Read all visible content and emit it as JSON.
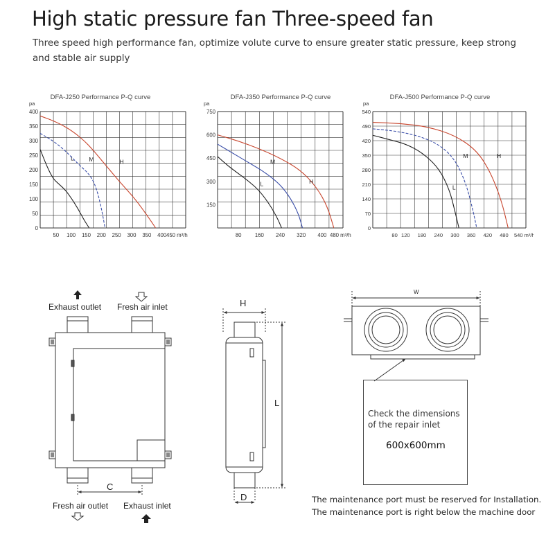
{
  "header": {
    "title": "High static pressure fan Three-speed fan",
    "subtitle": "Three speed high performance fan, optimize volute curve to ensure greater static pressure, keep strong and stable air supply"
  },
  "colors": {
    "grid": "#333333",
    "curve_L": "#222222",
    "curve_M": "#3a4ea8",
    "curve_H": "#c8462e"
  },
  "chart_data": [
    {
      "type": "line",
      "title": "DFA-J250 Performance P-Q curve",
      "ylabel": "pa",
      "xlabel": "m³/h",
      "y_ticks": [
        "400",
        "350",
        "300",
        "250",
        "200",
        "150",
        "100",
        "50",
        "0"
      ],
      "x_ticks": [
        "50",
        "100",
        "150",
        "200",
        "250",
        "300",
        "350",
        "400",
        "450 m³/h"
      ],
      "xlim": [
        0,
        460
      ],
      "ylim": [
        0,
        400
      ],
      "series": [
        {
          "name": "L",
          "style": "solid",
          "x": [
            0,
            20,
            40,
            60,
            80,
            100,
            120,
            140,
            155
          ],
          "y": [
            270,
            215,
            170,
            150,
            130,
            100,
            65,
            25,
            0
          ]
        },
        {
          "name": "M",
          "style": "dashed",
          "x": [
            0,
            40,
            80,
            120,
            160,
            180,
            195,
            205
          ],
          "y": [
            325,
            300,
            265,
            220,
            180,
            130,
            60,
            0
          ]
        },
        {
          "name": "H",
          "style": "solid",
          "x": [
            0,
            50,
            100,
            150,
            200,
            250,
            300,
            340,
            365
          ],
          "y": [
            385,
            365,
            335,
            290,
            225,
            160,
            100,
            40,
            0
          ]
        }
      ]
    },
    {
      "type": "line",
      "title": "DFA-J350 Performance P-Q curve",
      "ylabel": "pa",
      "xlabel": "m³/h",
      "y_ticks": [
        "750",
        "600",
        "450",
        "300",
        "150"
      ],
      "x_ticks": [
        "80",
        "160",
        "240",
        "320",
        "400",
        "480 m³/h"
      ],
      "xlim": [
        0,
        480
      ],
      "ylim": [
        0,
        750
      ],
      "series": [
        {
          "name": "L",
          "style": "solid",
          "x": [
            0,
            40,
            80,
            120,
            160,
            200,
            230,
            245
          ],
          "y": [
            460,
            400,
            350,
            300,
            240,
            150,
            60,
            0
          ]
        },
        {
          "name": "M",
          "style": "solid",
          "x": [
            0,
            60,
            120,
            180,
            240,
            280,
            310,
            325
          ],
          "y": [
            540,
            480,
            420,
            360,
            280,
            190,
            90,
            0
          ]
        },
        {
          "name": "H",
          "style": "solid",
          "x": [
            0,
            80,
            160,
            240,
            320,
            380,
            420,
            445
          ],
          "y": [
            600,
            560,
            510,
            450,
            370,
            260,
            140,
            0
          ]
        }
      ]
    },
    {
      "type": "line",
      "title": "DFA-J500 Performance P-Q curve",
      "ylabel": "pa",
      "xlabel": "m³/h",
      "y_ticks": [
        "540",
        "490",
        "420",
        "350",
        "280",
        "210",
        "140",
        "70",
        "0"
      ],
      "x_ticks": [
        "80",
        "120",
        "180",
        "240",
        "300",
        "360",
        "420",
        "480",
        "540 m³/h"
      ],
      "xlim": [
        0,
        560
      ],
      "ylim": [
        0,
        540
      ],
      "series": [
        {
          "name": "L",
          "style": "solid",
          "x": [
            0,
            60,
            120,
            180,
            240,
            280,
            300,
            315
          ],
          "y": [
            430,
            410,
            390,
            350,
            280,
            180,
            80,
            0
          ]
        },
        {
          "name": "M",
          "style": "dashed",
          "x": [
            0,
            80,
            160,
            240,
            300,
            340,
            365,
            380
          ],
          "y": [
            460,
            450,
            430,
            390,
            320,
            210,
            90,
            0
          ]
        },
        {
          "name": "H",
          "style": "solid",
          "x": [
            0,
            100,
            200,
            300,
            380,
            430,
            470,
            495
          ],
          "y": [
            490,
            485,
            470,
            430,
            360,
            260,
            130,
            0
          ]
        }
      ]
    }
  ],
  "front_view": {
    "exhaust_outlet": "Exhaust outlet",
    "fresh_air_inlet": "Fresh air inlet",
    "fresh_air_outlet": "Fresh air outlet",
    "exhaust_inlet": "Exhaust inlet",
    "dim_c": "C"
  },
  "side_view": {
    "dim_h": "H",
    "dim_l": "L",
    "dim_d": "D"
  },
  "top_view": {
    "dim_w": "W",
    "repair_text": "Check the dimensions of the repair inlet",
    "repair_size": "600x600mm"
  },
  "notes": {
    "line1": "The maintenance port must be reserved for Installation.",
    "line2": "The maintenance port is right below the machine door"
  }
}
